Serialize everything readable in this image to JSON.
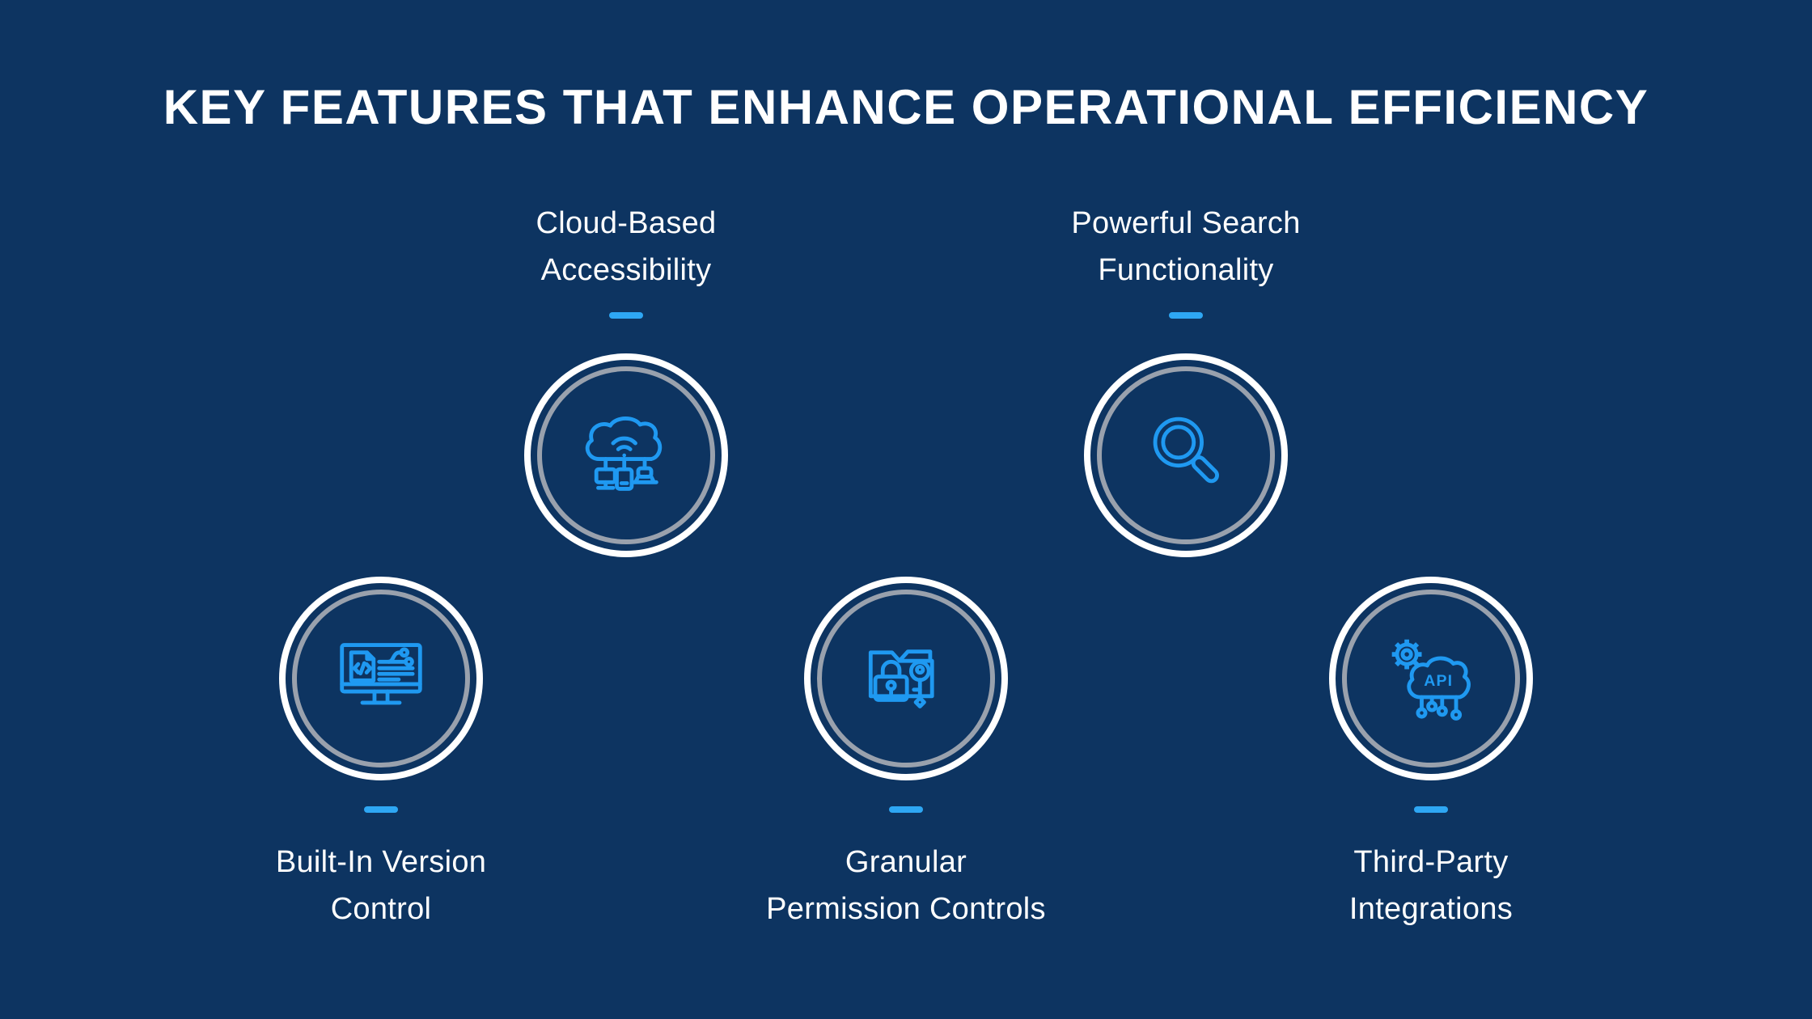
{
  "page": {
    "background_color": "#0d3461",
    "icon_color": "#1f99f1",
    "dash_color": "#2ea7f4",
    "ring_outer_color": "#ffffff",
    "ring_inner_color": "#99a1ad",
    "text_color": "#ffffff"
  },
  "title": "KEY FEATURES THAT ENHANCE OPERATIONAL EFFICIENCY",
  "features": [
    {
      "id": "cloud-accessibility",
      "icon": "cloud-network-icon",
      "label_line1": "Cloud-Based",
      "label_line2": "Accessibility"
    },
    {
      "id": "search",
      "icon": "search-magnifier-icon",
      "label_line1": "Powerful Search",
      "label_line2": "Functionality"
    },
    {
      "id": "version-control",
      "icon": "version-control-monitor-icon",
      "label_line1": "Built-In Version",
      "label_line2": "Control"
    },
    {
      "id": "permissions",
      "icon": "folder-lock-key-icon",
      "label_line1": "Granular",
      "label_line2": "Permission Controls"
    },
    {
      "id": "integrations",
      "icon": "api-integration-icon",
      "label_line1": "Third-Party",
      "label_line2": "Integrations",
      "icon_text": "API"
    }
  ]
}
